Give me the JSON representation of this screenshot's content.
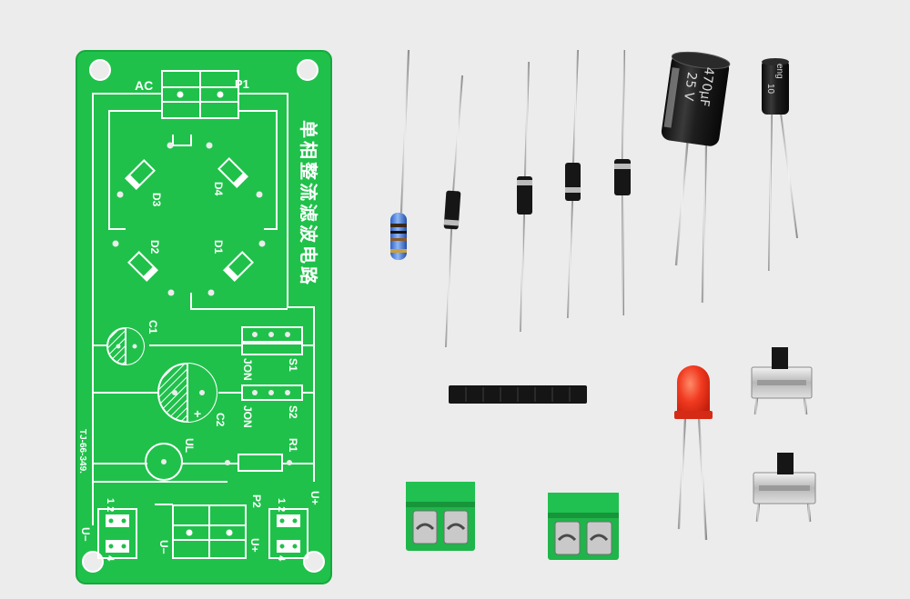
{
  "pcb": {
    "title": "单相整流滤波电路",
    "model": "TJ-66-349.",
    "labels": {
      "ac": "AC",
      "p1": "P1",
      "p2": "P2",
      "d1": "D1",
      "d2": "D2",
      "d3": "D3",
      "d4": "D4",
      "c1": "C1",
      "c2": "C2",
      "s1": "S1",
      "s2": "S2",
      "jon1": "JON",
      "jon2": "JON",
      "ul": "UL",
      "r1": "R1",
      "u_plus_a": "U+",
      "u_minus_a": "U−",
      "u_plus_b": "U+",
      "u_minus_b": "U−",
      "plus_c2": "+",
      "pin_l_12": "1  2",
      "pin_l_34": "3  4",
      "pin_r_12": "1  2",
      "pin_r_34": "3  4"
    }
  },
  "cap_large": {
    "line1": "470μF",
    "line2": "25 V"
  },
  "cap_small": {
    "line1": "eng",
    "line2": "10"
  },
  "colors": {
    "background": "#ececec",
    "pcb_green": "#1fc14a",
    "terminal_green": "#1fb54a",
    "led_red": "#e8321c",
    "capacitor_black": "#1a1a1a",
    "silkscreen": "#ffffff"
  }
}
